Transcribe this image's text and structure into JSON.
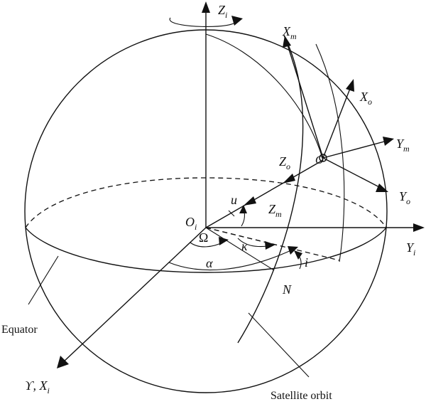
{
  "diagram": {
    "axes": {
      "zi_base": "Z",
      "zi_sub": "i",
      "yi_base": "Y",
      "yi_sub": "i",
      "xi_base": "ϒ, X",
      "xi_sub": "i",
      "xm_base": "X",
      "xm_sub": "m",
      "xo_base": "X",
      "xo_sub": "o",
      "ym_base": "Y",
      "ym_sub": "m",
      "yo_base": "Y",
      "yo_sub": "o",
      "zo_base": "Z",
      "zo_sub": "o",
      "zm_base": "Z",
      "zm_sub": "m"
    },
    "points": {
      "origin_base": "O",
      "origin_sub": "i",
      "satellite": "O",
      "node": "N"
    },
    "angles": {
      "u": "u",
      "omega": "Ω",
      "kappa": "κ",
      "alpha": "α",
      "inclination": "i"
    },
    "labels": {
      "equator": "Equator",
      "satellite_orbit": "Satellite orbit"
    }
  }
}
